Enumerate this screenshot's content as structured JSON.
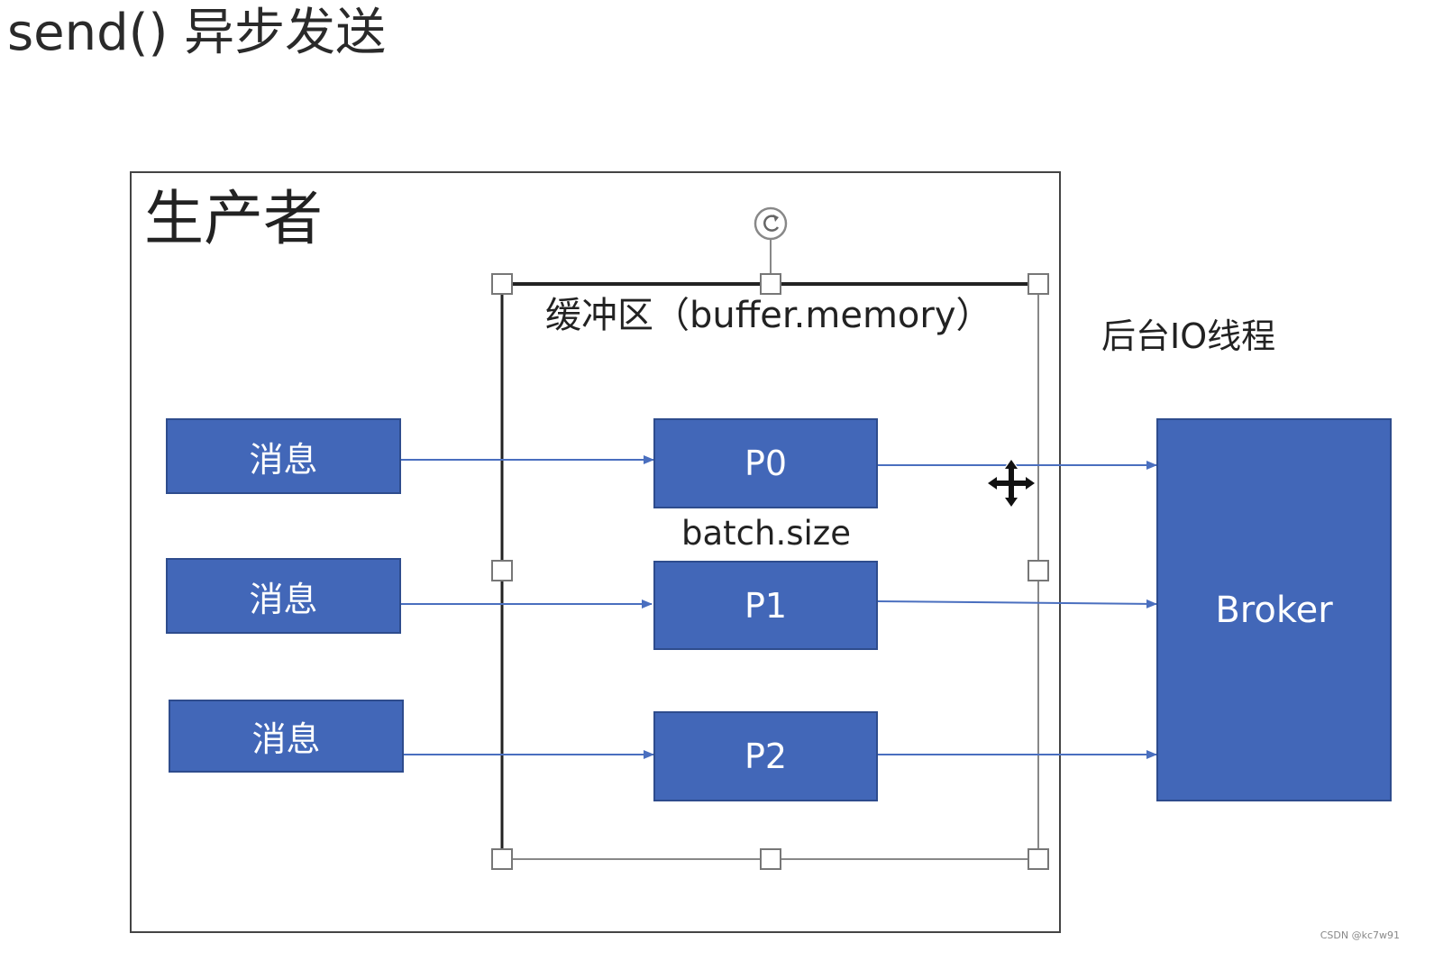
{
  "page": {
    "title": "send() 异步发送"
  },
  "producer": {
    "label": "生产者"
  },
  "buffer": {
    "label": "缓冲区（buffer.memory）"
  },
  "io_thread": {
    "label": "后台IO线程"
  },
  "batch": {
    "label": "batch.size"
  },
  "messages": [
    {
      "label": "消息"
    },
    {
      "label": "消息"
    },
    {
      "label": "消息"
    }
  ],
  "partitions": [
    {
      "label": "P0"
    },
    {
      "label": "P1"
    },
    {
      "label": "P2"
    }
  ],
  "broker": {
    "label": "Broker"
  },
  "watermark": "CSDN @kc7w91",
  "colors": {
    "box_fill": "#4267b8",
    "arrow": "#4a6fbf",
    "frame": "#444444"
  }
}
